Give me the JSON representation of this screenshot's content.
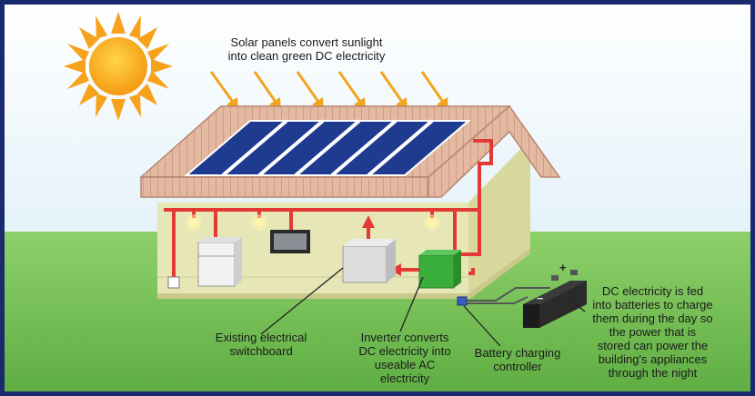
{
  "labels": {
    "solar_panels": [
      "Solar panels convert sunlight",
      "into clean green DC electricity"
    ],
    "switchboard": [
      "Existing electrical",
      "switchboard"
    ],
    "inverter": [
      "Inverter converts",
      "DC electricity into",
      "useable AC",
      "electricity"
    ],
    "charging_controller": [
      "Battery charging",
      "controller"
    ],
    "battery": [
      "DC electricity is fed",
      "into batteries to charge",
      "them during the day so",
      "the power that is",
      "stored can power the",
      "building's appliances",
      "through the night"
    ]
  },
  "battery_symbols": {
    "plus": "+",
    "minus": "−"
  },
  "colors": {
    "frame": "#1a2a6e",
    "sky_top": "#ffffff",
    "sky_bottom": "#d8ecf7",
    "grass": "#7cc35a",
    "wall": "#e4e4b4",
    "roof": "#e2b7a0",
    "panel": "#1f3a8c",
    "wire": "#e53935",
    "inverter": "#3aae3a",
    "sun": "#f7a21b"
  }
}
